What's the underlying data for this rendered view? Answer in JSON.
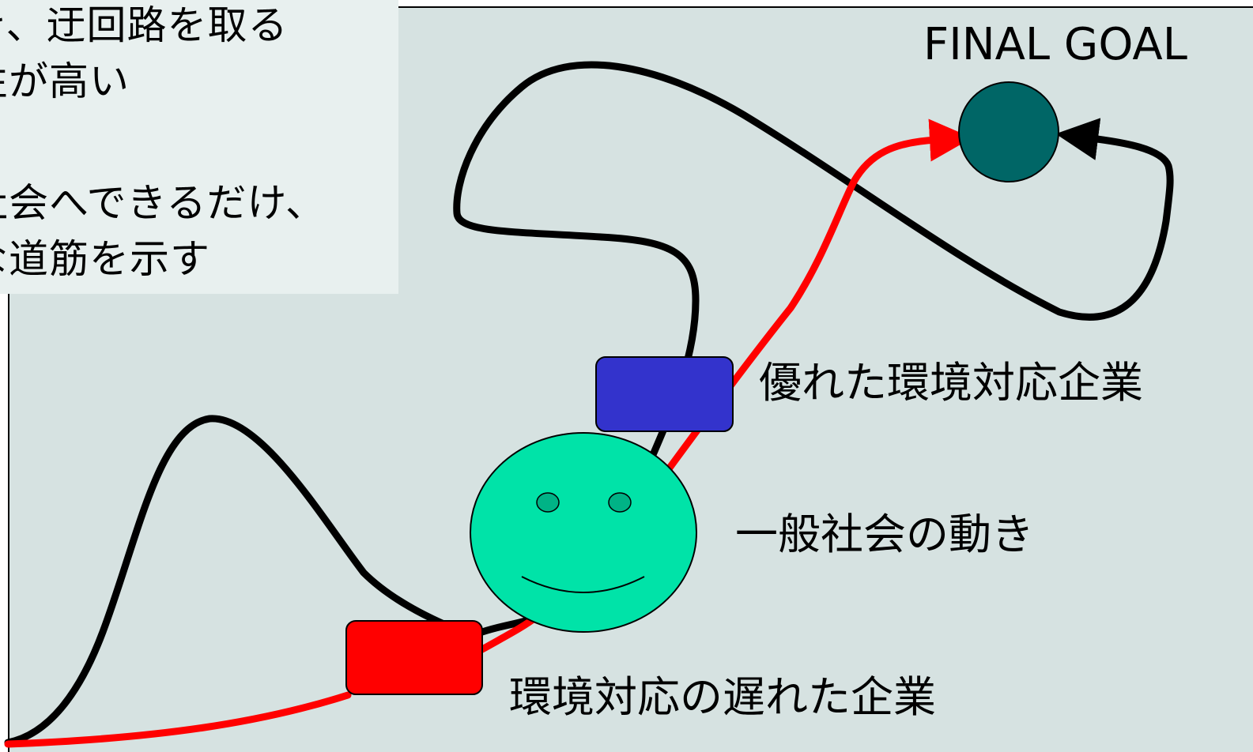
{
  "note": {
    "lines": [
      "き、迂回路を取る",
      "性が高い",
      "",
      "社会へできるだけ、",
      "な道筋を示す"
    ]
  },
  "labels": {
    "final_goal": "FINAL GOAL",
    "advanced_companies": "優れた環境対応企業",
    "general_society": "一般社会の動き",
    "lagging_companies": "環境対応の遅れた企業"
  },
  "colors": {
    "background": "#d6e2e1",
    "note_background": "#e8f0ef",
    "goal_circle": "#006666",
    "face": "#00e3a8",
    "face_eyes": "#00b386",
    "advanced_box": "#3333cc",
    "lagging_box": "#ff0000",
    "direct_path": "#ff0000",
    "detour_path": "#000000"
  }
}
